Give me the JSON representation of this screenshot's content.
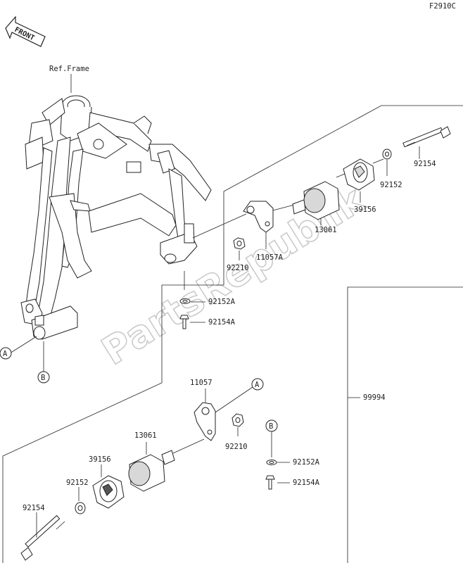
{
  "diagram": {
    "code": "F2910C",
    "front_label": "FRONT",
    "ref_frame": "Ref.Frame",
    "watermark": "PartsRepublik",
    "kit": "99994",
    "refs": {
      "a": "A",
      "b": "B"
    },
    "upper_kit": {
      "bolt": "92154",
      "washer": "92152",
      "cover": "39156",
      "slider": "13061",
      "bracket": "11057A",
      "nut": "92210"
    },
    "frame_parts": {
      "washer_a": "92152A",
      "bolt_a": "92154A"
    },
    "lower_kit": {
      "bracket": "11057",
      "nut": "92210",
      "slider": "13061",
      "cover": "39156",
      "washer": "92152",
      "bolt": "92154",
      "washer_a": "92152A",
      "bolt_a": "92154A"
    }
  },
  "colors": {
    "line": "#222222",
    "watermark": "#c8c8c8"
  }
}
